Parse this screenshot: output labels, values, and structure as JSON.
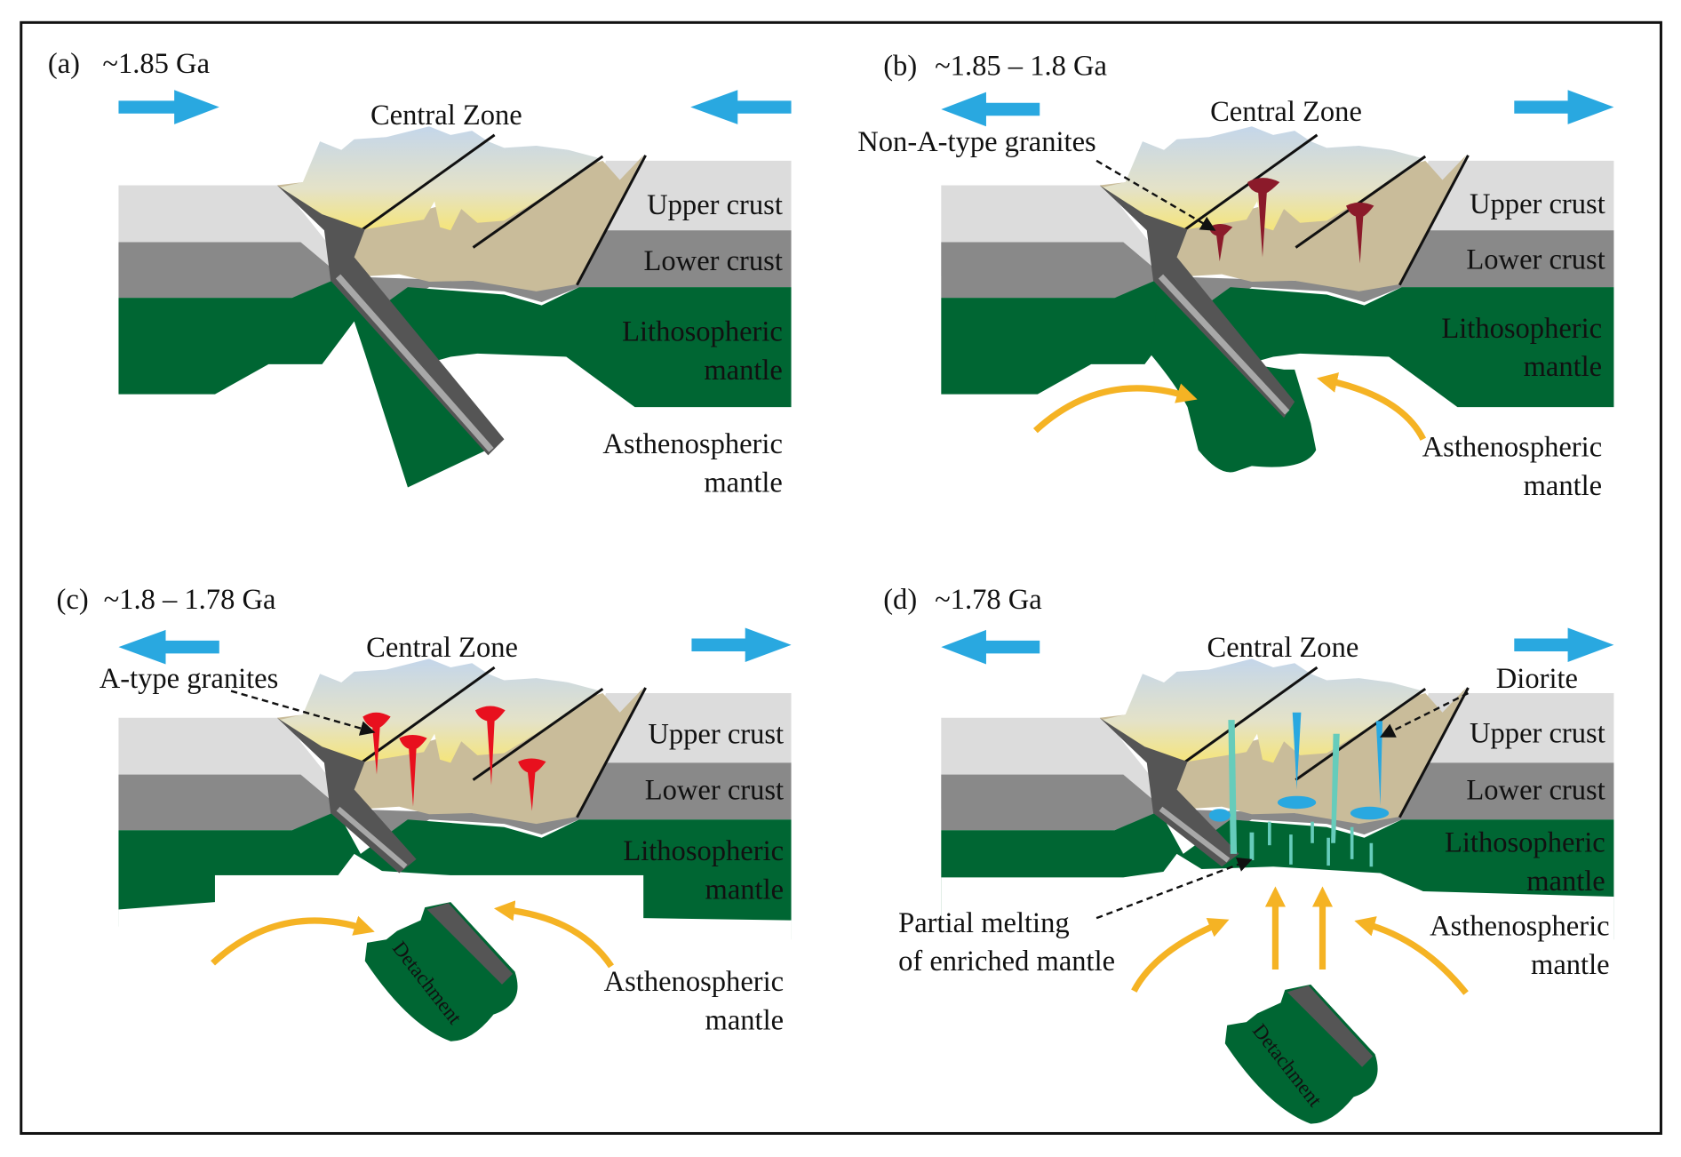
{
  "colors": {
    "upper_crust": "#dcdcdc",
    "lower_crust": "#898989",
    "lithospheric_mantle": "#006633",
    "central_zone": "#c9bc9a",
    "slab": "#555555",
    "plate_motion_arrow": "#29a8e0",
    "asthenosphere_flow_arrow": "#f5b324",
    "non_a_type_granite": "#8b1a2a",
    "a_type_granite": "#e8101e",
    "diorite": "#29a8e0",
    "partial_melt": "#66ccbb"
  },
  "panels": [
    {
      "id": "a",
      "tag": "(a)",
      "age": "~1.85 Ga",
      "motion": "convergent",
      "central_zone": "Central Zone",
      "upper_crust": "Upper crust",
      "lower_crust": "Lower crust",
      "litho_1": "Lithosopheric",
      "litho_2": "mantle",
      "astheno_1": "Asthenospheric",
      "astheno_2": "mantle"
    },
    {
      "id": "b",
      "tag": "(b)",
      "age": "~1.85 – 1.8 Ga",
      "motion": "divergent",
      "central_zone": "Central Zone",
      "upper_crust": "Upper crust",
      "lower_crust": "Lower crust",
      "litho_1": "Lithosopheric",
      "litho_2": "mantle",
      "astheno_1": "Asthenospheric",
      "astheno_2": "mantle",
      "annotation": "Non-A-type granites"
    },
    {
      "id": "c",
      "tag": "(c)",
      "age": "~1.8 – 1.78 Ga",
      "motion": "divergent",
      "central_zone": "Central Zone",
      "upper_crust": "Upper crust",
      "lower_crust": "Lower crust",
      "litho_1": "Lithosopheric",
      "litho_2": "mantle",
      "astheno_1": "Asthenospheric",
      "astheno_2": "mantle",
      "annotation": "A-type granites",
      "detachment": "Detachment"
    },
    {
      "id": "d",
      "tag": "(d)",
      "age": "~1.78  Ga",
      "motion": "divergent",
      "central_zone": "Central Zone",
      "upper_crust": "Upper crust",
      "lower_crust": "Lower crust",
      "litho_1": "Lithosopheric",
      "litho_2": "mantle",
      "astheno_1": "Asthenospheric",
      "astheno_2": "mantle",
      "annotation": "Diorite",
      "melt_1": "Partial melting",
      "melt_2": "of enriched mantle",
      "detachment": "Detachment"
    }
  ]
}
